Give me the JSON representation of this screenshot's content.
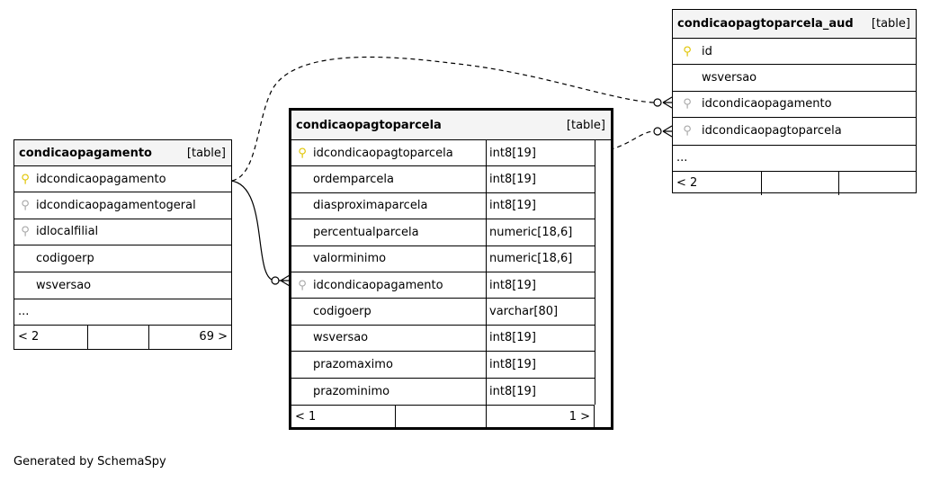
{
  "tables": {
    "condicaopagamento": {
      "name": "condicaopagamento",
      "kind": "[table]",
      "columns": [
        {
          "name": "idcondicaopagamento",
          "key": "pk"
        },
        {
          "name": "idcondicaopagamentogeral",
          "key": "fk"
        },
        {
          "name": "idlocalfilial",
          "key": "fk"
        },
        {
          "name": "codigoerp",
          "key": "none"
        },
        {
          "name": "wsversao",
          "key": "none"
        }
      ],
      "ellipsis": "...",
      "footer": {
        "left": "< 2",
        "middle": "",
        "right": "69 >"
      }
    },
    "condicaopagtoparcela": {
      "name": "condicaopagtoparcela",
      "kind": "[table]",
      "columns": [
        {
          "name": "idcondicaopagtoparcela",
          "type": "int8[19]",
          "key": "pk"
        },
        {
          "name": "ordemparcela",
          "type": "int8[19]",
          "key": "none"
        },
        {
          "name": "diasproximaparcela",
          "type": "int8[19]",
          "key": "none"
        },
        {
          "name": "percentualparcela",
          "type": "numeric[18,6]",
          "key": "none"
        },
        {
          "name": "valorminimo",
          "type": "numeric[18,6]",
          "key": "none"
        },
        {
          "name": "idcondicaopagamento",
          "type": "int8[19]",
          "key": "fk"
        },
        {
          "name": "codigoerp",
          "type": "varchar[80]",
          "key": "none"
        },
        {
          "name": "wsversao",
          "type": "int8[19]",
          "key": "none"
        },
        {
          "name": "prazomaximo",
          "type": "int8[19]",
          "key": "none"
        },
        {
          "name": "prazominimo",
          "type": "int8[19]",
          "key": "none"
        }
      ],
      "footer": {
        "left": "< 1",
        "middle": "",
        "right": "1 >"
      }
    },
    "condicaopagtoparcela_aud": {
      "name": "condicaopagtoparcela_aud",
      "kind": "[table]",
      "columns": [
        {
          "name": "id",
          "key": "pk"
        },
        {
          "name": "wsversao",
          "key": "none"
        },
        {
          "name": "idcondicaopagamento",
          "key": "fk"
        },
        {
          "name": "idcondicaopagtoparcela",
          "key": "fk"
        }
      ],
      "ellipsis": "...",
      "footer": {
        "left": "< 2",
        "middle": "",
        "right": ""
      }
    }
  },
  "footer_text": "Generated by SchemaSpy",
  "icons": {
    "pk": "primary-key-icon",
    "fk": "foreign-key-icon"
  },
  "colors": {
    "pk": "#e0c400",
    "fk": "#a8a8a8",
    "header_bg": "#f4f4f4"
  }
}
